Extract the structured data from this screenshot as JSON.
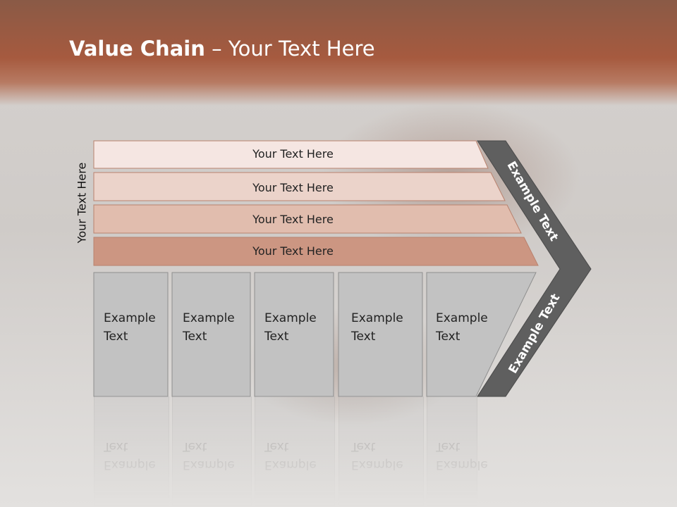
{
  "slide": {
    "title_bold": "Value Chain",
    "title_rest": " – Your Text Here",
    "side_label": "Your Text Here"
  },
  "bars": [
    {
      "label": "Your Text Here",
      "color": "#f5e6e2"
    },
    {
      "label": "Your Text Here",
      "color": "#ebd3ca"
    },
    {
      "label": "Your Text Here",
      "color": "#e1bdae"
    },
    {
      "label": "Your Text Here",
      "color": "#cc9682"
    }
  ],
  "cells": [
    {
      "line1": "Example",
      "line2": "Text"
    },
    {
      "line1": "Example",
      "line2": "Text"
    },
    {
      "line1": "Example",
      "line2": "Text"
    },
    {
      "line1": "Example",
      "line2": "Text"
    },
    {
      "line1": "Example",
      "line2": "Text"
    }
  ],
  "chevron": {
    "upper_label": "Example Text",
    "lower_label": "Example Text",
    "color": "#5f5f5f"
  }
}
